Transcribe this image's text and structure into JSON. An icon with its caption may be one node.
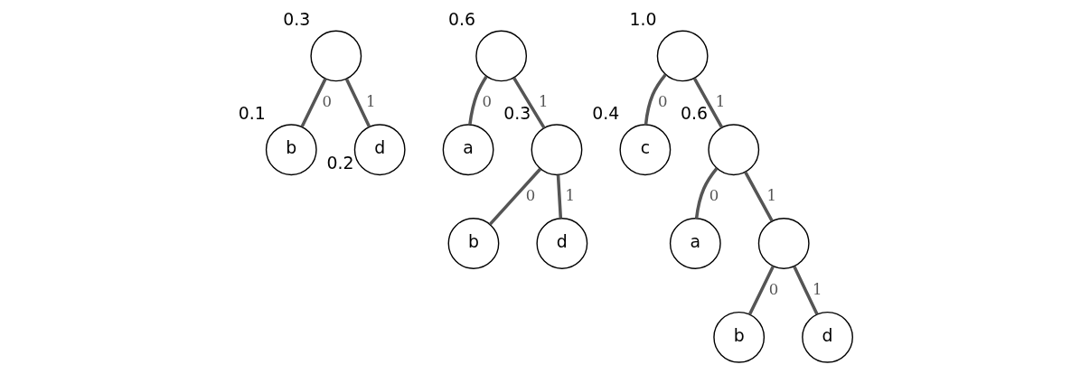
{
  "diagram": {
    "nodes": [
      {
        "text": [],
        "shape": "circle",
        "beside": [
          "0.3"
        ]
      },
      {
        "text": [
          "b"
        ],
        "beside": [
          "0.1"
        ]
      },
      {
        "text": [
          "d"
        ],
        "beside": [
          "0.2"
        ]
      },
      {
        "text": [],
        "shape": "circle",
        "beside": [
          "0.6"
        ]
      },
      {
        "text": [
          "a"
        ]
      },
      {
        "text": [],
        "shape": "circle",
        "beside": [
          "0.3"
        ]
      },
      {
        "text": [
          "b"
        ]
      },
      {
        "text": [
          "d"
        ]
      },
      {
        "text": [],
        "shape": "circle",
        "beside": [
          "1.0"
        ]
      },
      {
        "text": [
          "c"
        ],
        "beside": [
          "0.4"
        ]
      },
      {
        "text": [],
        "shape": "circle",
        "beside": [
          "0.6"
        ]
      },
      {
        "text": [
          "a"
        ]
      },
      {
        "text": [],
        "shape": "circle"
      },
      {
        "text": [
          "b"
        ]
      },
      {
        "text": [
          "d"
        ]
      }
    ],
    "edges": [
      {
        "from": 0,
        "to": 1,
        "arrow": "none",
        "label": "0"
      },
      {
        "from": 0,
        "to": 2,
        "arrow": "none",
        "label": "1"
      },
      {
        "from": 3,
        "to": 4,
        "arrow": "none",
        "label": "0"
      },
      {
        "from": 3,
        "to": 5,
        "arrow": "none",
        "label": "1"
      },
      {
        "from": 5,
        "to": 6,
        "arrow": "none",
        "label": "0"
      },
      {
        "from": 5,
        "to": 7,
        "arrow": "none",
        "label": "1"
      },
      {
        "from": 8,
        "to": 9,
        "arrow": "none",
        "label": "0"
      },
      {
        "from": 8,
        "to": 10,
        "arrow": "none",
        "label": "1"
      },
      {
        "from": 10,
        "to": 11,
        "arrow": "none",
        "label": "0"
      },
      {
        "from": 10,
        "to": 12,
        "arrow": "none",
        "label": "1"
      },
      {
        "from": 12,
        "to": 13,
        "arrow": "none",
        "label": "0"
      },
      {
        "from": 12,
        "to": 14,
        "arrow": "none",
        "label": "1"
      }
    ]
  }
}
